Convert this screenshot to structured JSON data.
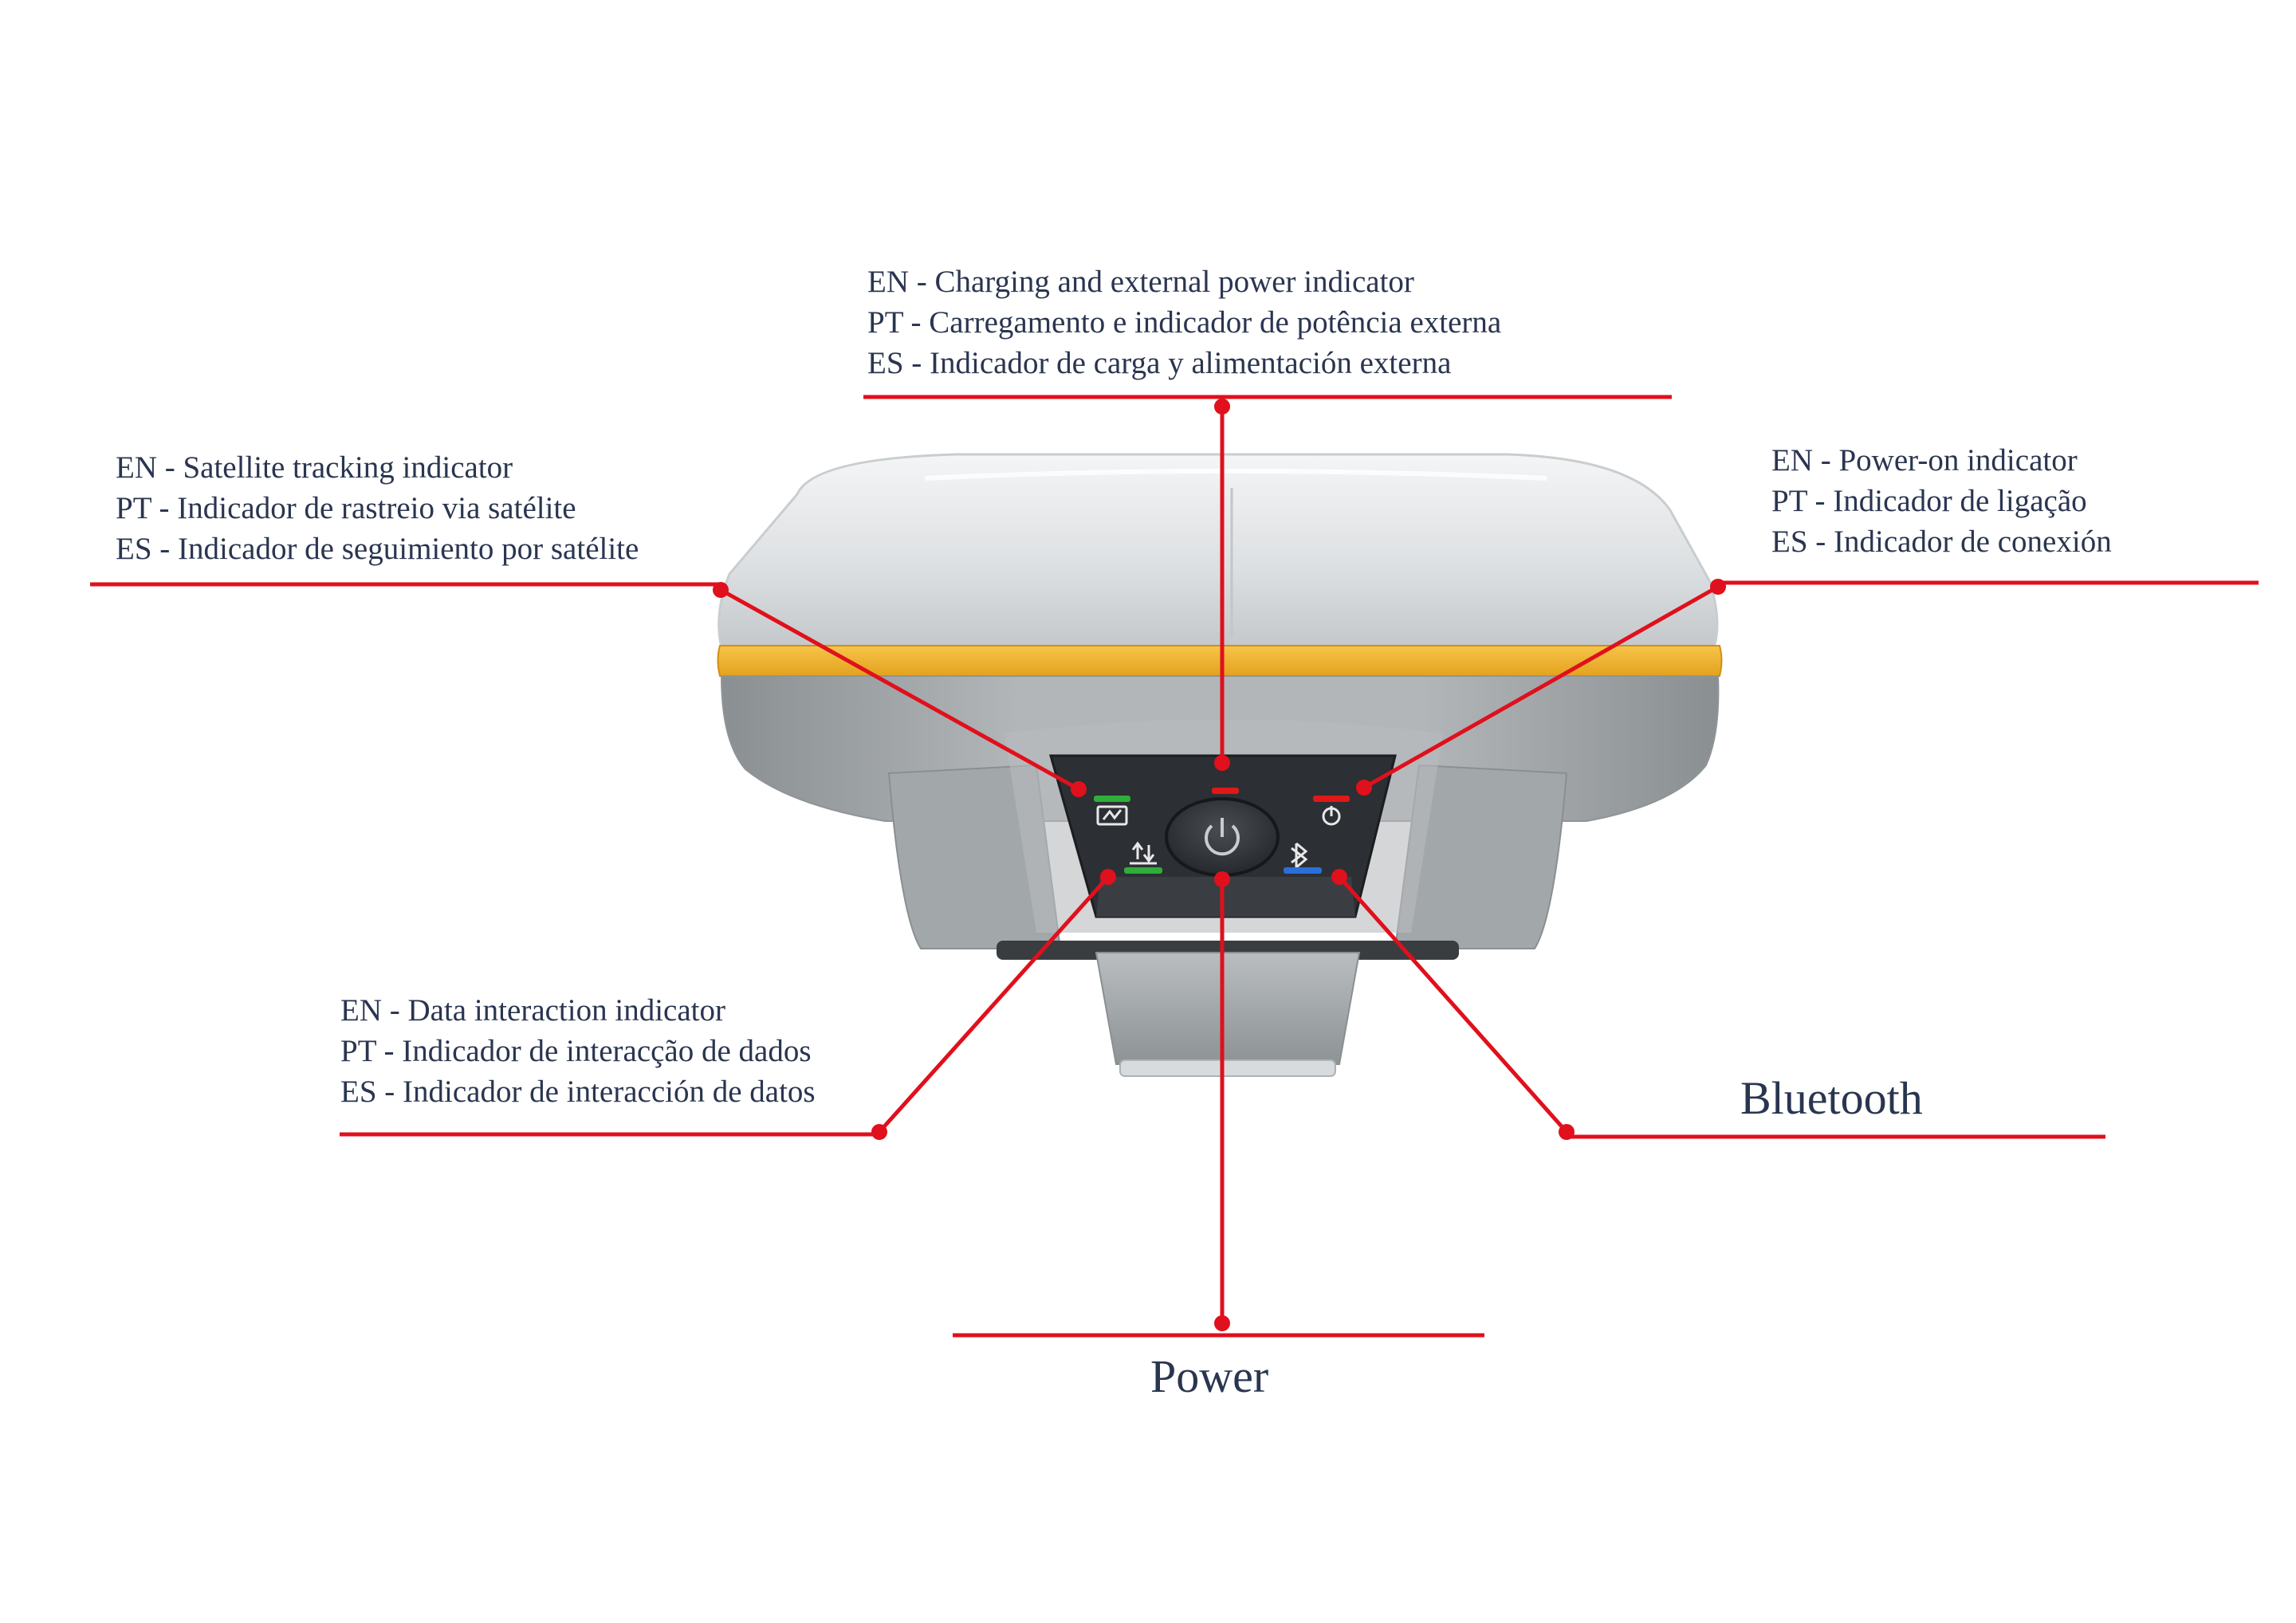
{
  "callouts": {
    "charging": {
      "en": "EN - Charging and external power indicator",
      "pt": "PT - Carregamento e indicador de potência externa",
      "es": "ES - Indicador de carga y alimentación externa"
    },
    "satellite": {
      "en": "EN - Satellite tracking indicator",
      "pt": "PT - Indicador de rastreio via satélite",
      "es": "ES - Indicador de seguimiento por satélite"
    },
    "power_on": {
      "en": "EN - Power-on indicator",
      "pt": "PT - Indicador de ligação",
      "es": "ES - Indicador de conexión"
    },
    "data": {
      "en": "EN - Data interaction indicator",
      "pt": "PT - Indicador de interacção de dados",
      "es": "ES - Indicador de interacción de datos"
    },
    "bluetooth": "Bluetooth",
    "power": "Power"
  },
  "colors": {
    "callout_line": "#e0101c",
    "body_white": "#e9ebec",
    "body_grey": "#9ea3a6",
    "yellow_band": "#f2b32c",
    "panel_dark": "#2c2f33",
    "led_green": "#2fae3a",
    "led_red": "#e01818",
    "led_blue": "#2a6fdc",
    "text": "#2a3550"
  },
  "icons": {
    "satellite": "satellite-icon",
    "power_on": "power-icon",
    "data": "data-transfer-icon",
    "bluetooth": "bluetooth-icon",
    "power_button": "power-button-icon"
  }
}
